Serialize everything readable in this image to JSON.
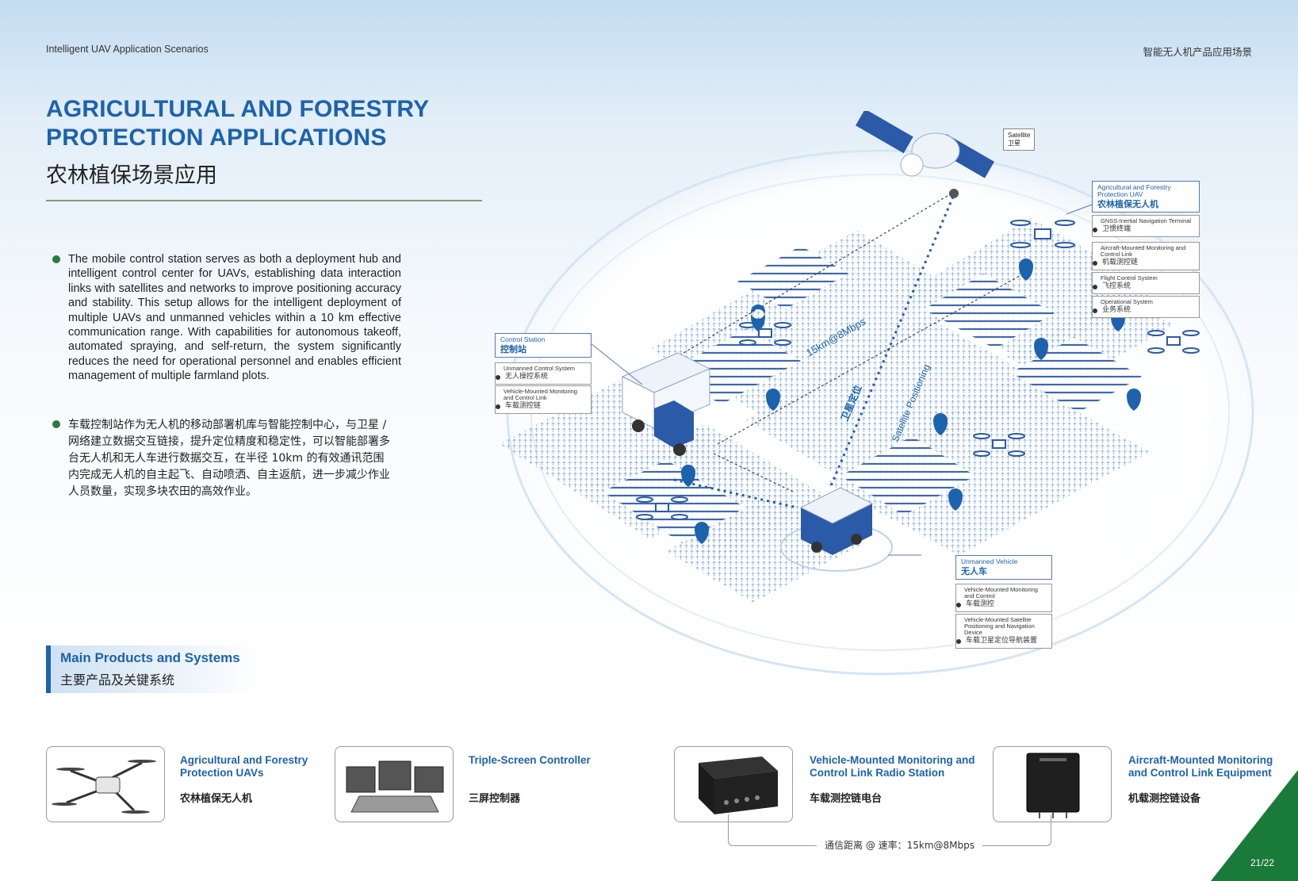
{
  "header": {
    "left": "Intelligent UAV Application Scenarios",
    "right": "智能无人机产品应用场景"
  },
  "title": {
    "en_line1": "AGRICULTURAL AND FORESTRY",
    "en_line2": "PROTECTION APPLICATIONS",
    "cn": "农林植保场景应用"
  },
  "paragraphs": {
    "en": "The mobile control station serves as both a deployment hub and intelligent control center for UAVs, establishing data interaction links with satellites and networks to improve positioning accuracy and stability. This setup allows for the intelligent deployment of multiple UAVs and unmanned vehicles within a 10 km effective communication range. With capabilities for autonomous takeoff, automated spraying, and self-return, the system significantly reduces the need for operational personnel and enables efficient management of multiple farmland plots.",
    "cn": "车载控制站作为无人机的移动部署机库与智能控制中心，与卫星 / 网络建立数据交互链接，提升定位精度和稳定性，可以智能部署多台无人机和无人车进行数据交互，在半径 10km 的有效通讯范围内完成无人机的自主起飞、自动喷洒、自主返航，进一步减少作业人员数量，实现多块农田的高效作业。"
  },
  "diagram": {
    "satellite": {
      "en": "Satellite",
      "cn": "卫星"
    },
    "uav": {
      "en": "Agricultural and Forestry Protection UAV",
      "cn": "农林植保无人机",
      "items": [
        {
          "en": "GNSS-Inertial Navigation Terminal",
          "cn": "卫惯终端"
        },
        {
          "en": "Aircraft-Mounted Monitoring and Control Link",
          "cn": "机载测控链"
        },
        {
          "en": "Flight Control System",
          "cn": "飞控系统"
        },
        {
          "en": "Operational System",
          "cn": "业务系统"
        }
      ]
    },
    "station": {
      "en": "Control Station",
      "cn": "控制站",
      "items": [
        {
          "en": "Unmanned Control System",
          "cn": "无人操控系统"
        },
        {
          "en": "Vehicle-Mounted Monitoring and Control Link",
          "cn": "车载测控链"
        }
      ]
    },
    "vehicle": {
      "en": "Unmanned Vehicle",
      "cn": "无人车",
      "items": [
        {
          "en": "Vehicle-Mounted Monitoring and Control",
          "cn": "车载测控"
        },
        {
          "en": "Vehicle-Mounted Satellite Positioning and Navigation Device",
          "cn": "车载卫星定位导航装置"
        }
      ]
    },
    "link_rate": "15km@8Mbps",
    "sat_pos_cn": "卫星定位",
    "sat_pos_en": "Satellite Positioning"
  },
  "main_products": {
    "en": "Main  Products and Systems",
    "cn": "主要产品及关键系统"
  },
  "products": [
    {
      "en": "Agricultural and Forestry Protection UAVs",
      "cn": "农林植保无人机"
    },
    {
      "en": "Triple-Screen Controller",
      "cn": "三屏控制器"
    },
    {
      "en": "Vehicle-Mounted Monitoring and Control Link Radio Station",
      "cn": "车载测控链电台"
    },
    {
      "en": "Aircraft-Mounted Monitoring and Control Link Equipment",
      "cn": "机载测控链设备"
    }
  ],
  "comm_note": "通信距离 @ 速率：15km@8Mbps",
  "page": "21/22",
  "colors": {
    "accent": "#1d62ad",
    "green": "#1a7a3a"
  }
}
